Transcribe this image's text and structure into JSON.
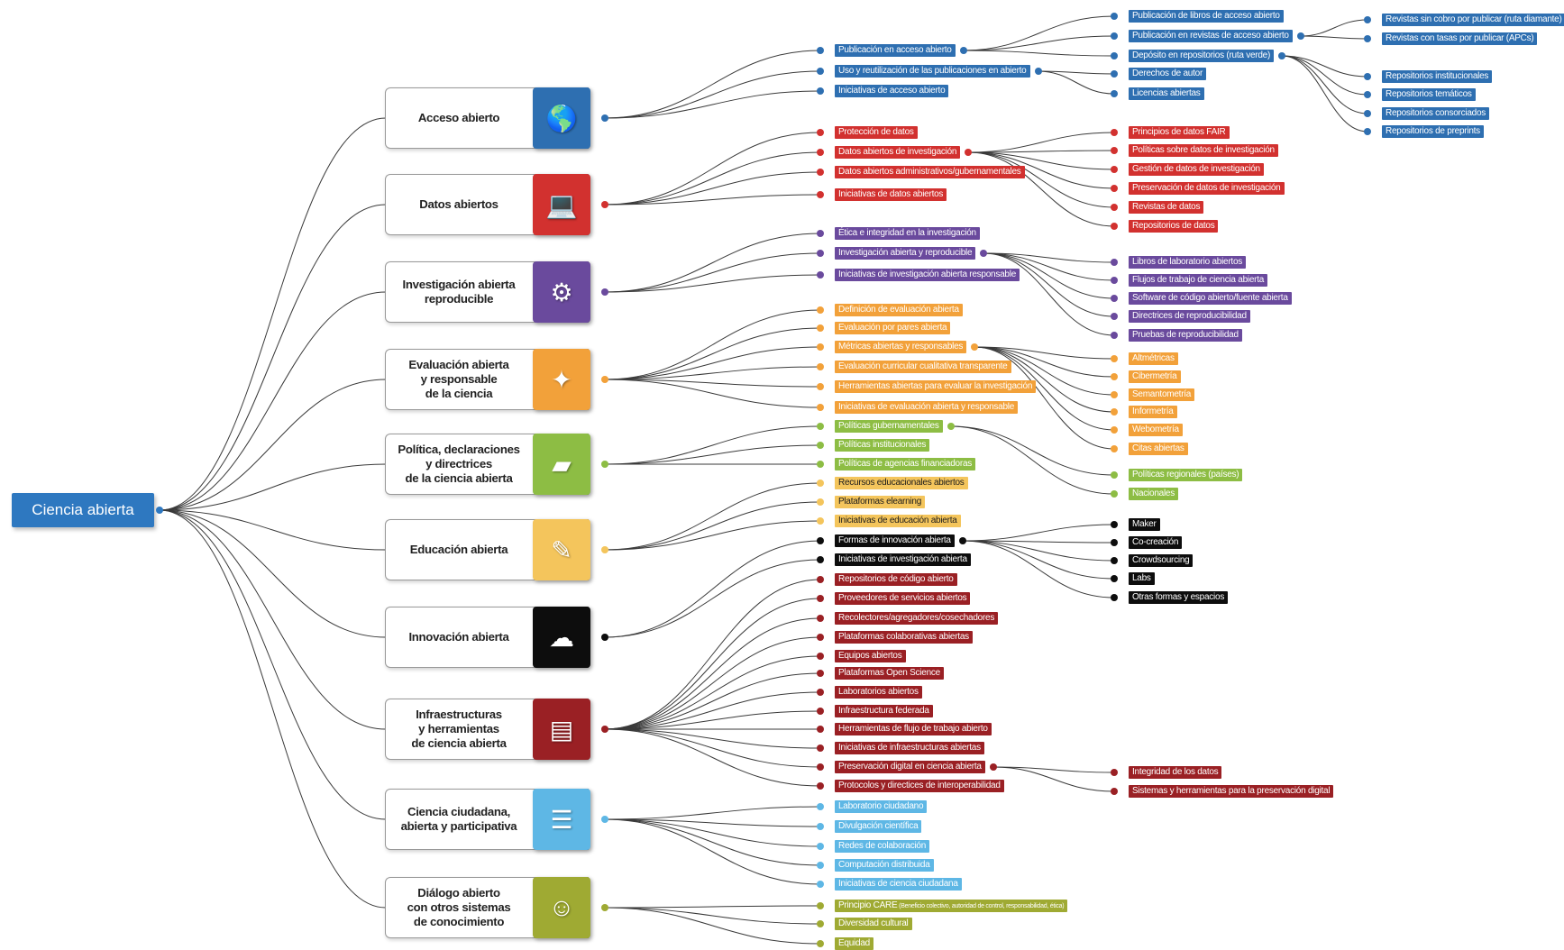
{
  "root": "Ciencia abierta",
  "colors": {
    "blue": "#2e6fb1",
    "red": "#d2312f",
    "purple": "#6a4a9d",
    "orange": "#f2a13a",
    "green": "#8dbd44",
    "yellow": "#f4c55c",
    "black": "#0d0d0d",
    "maroon": "#9a2024",
    "light_blue": "#5eb7e5",
    "olive": "#9faa33",
    "line": "#3a3a3a"
  },
  "categories": [
    {
      "id": "acceso",
      "label": "Acceso abierto",
      "color": "#2e6fb1",
      "icon": "globe-magnifier-icon",
      "items": [
        {
          "label": "Publicación en acceso abierto",
          "children": [
            "Publicación de libros de acceso abierto",
            {
              "label": "Publicación en revistas de acceso abierto",
              "children": [
                "Revistas sin cobro por publicar (ruta diamante)",
                "Revistas con tasas por publicar (APCs)"
              ]
            },
            {
              "label": "Depósito en repositorios (ruta verde)",
              "children": [
                "Repositorios institucionales",
                "Repositorios temáticos",
                "Repositorios consorciados",
                "Repositorios de preprints"
              ]
            }
          ]
        },
        {
          "label": "Uso y reutilización de las publicaciones en abierto",
          "children": [
            "Derechos de autor",
            "Licencias abiertas"
          ]
        },
        {
          "label": "Iniciativas de acceso abierto"
        }
      ]
    },
    {
      "id": "datos",
      "label": "Datos abiertos",
      "color": "#d2312f",
      "icon": "laptop-data-icon",
      "items": [
        {
          "label": "Protección de datos"
        },
        {
          "label": "Datos abiertos de investigación",
          "children": [
            "Principios de datos FAIR",
            "Políticas sobre datos de investigación",
            "Gestión de datos de investigación",
            "Preservación de datos de investigación",
            "Revistas de datos",
            "Repositorios de datos"
          ]
        },
        {
          "label": "Datos abiertos administrativos/gubernamentales"
        },
        {
          "label": "Iniciativas de datos abiertos"
        }
      ]
    },
    {
      "id": "investigacion",
      "label": "Investigación abierta\nreproducible",
      "color": "#6a4a9d",
      "icon": "lab-robot-icon",
      "items": [
        {
          "label": "Ética e integridad en la investigación"
        },
        {
          "label": "Investigación abierta y reproducible",
          "children": [
            "Libros de laboratorio abiertos",
            "Flujos de trabajo de ciencia abierta",
            "Software de código abierto/fuente abierta",
            "Directrices de reproducibilidad",
            "Pruebas de reproducibilidad"
          ]
        },
        {
          "label": "Iniciativas de investigación abierta responsable"
        }
      ]
    },
    {
      "id": "evaluacion",
      "label": "Evaluación abierta\ny responsable\nde la ciencia",
      "color": "#f2a13a",
      "icon": "evaluation-cluster-icon",
      "items": [
        {
          "label": "Definición de evaluación abierta"
        },
        {
          "label": "Evaluación por pares abierta"
        },
        {
          "label": "Métricas abiertas y responsables",
          "children": [
            "Altmétricas",
            "Cibermetría",
            "Semantometría",
            "Informetría",
            "Webometría",
            "Citas abiertas"
          ]
        },
        {
          "label": "Evaluación curricular cualitativa transparente"
        },
        {
          "label": "Herramientas abiertas para evaluar la investigación"
        },
        {
          "label": "Iniciativas de evaluación abierta y responsable"
        }
      ]
    },
    {
      "id": "politica",
      "label": "Política, declaraciones\ny directrices\nde la ciencia abierta",
      "color": "#8dbd44",
      "icon": "documents-stack-icon",
      "items": [
        {
          "label": "Políticas gubernamentales",
          "children": [
            "Políticas regionales (países)",
            "Nacionales"
          ]
        },
        {
          "label": "Políticas institucionales"
        },
        {
          "label": "Políticas de agencias financiadoras"
        }
      ]
    },
    {
      "id": "educacion",
      "label": "Educación abierta",
      "color": "#f4c55c",
      "icon": "elearning-laptop-icon",
      "items": [
        {
          "label": "Recursos educacionales abiertos"
        },
        {
          "label": "Plataformas elearning"
        },
        {
          "label": "Iniciativas de educación abierta"
        }
      ]
    },
    {
      "id": "innovacion",
      "label": "Innovación abierta",
      "color": "#0d0d0d",
      "icon": "cloud-gears-icon",
      "items": [
        {
          "label": "Formas de innovación abierta",
          "children": [
            "Maker",
            "Co-creación",
            "Crowdsourcing",
            "Labs",
            "Otras formas y espacios"
          ]
        },
        {
          "label": "Iniciativas de investigación abierta"
        }
      ]
    },
    {
      "id": "infraestructuras",
      "label": "Infraestructuras\ny herramientas\nde ciencia abierta",
      "color": "#9a2024",
      "icon": "server-infrastructure-icon",
      "items": [
        {
          "label": "Repositorios de código abierto"
        },
        {
          "label": "Proveedores de servicios abiertos"
        },
        {
          "label": "Recolectores/agregadores/cosechadores"
        },
        {
          "label": "Plataformas colaborativas abiertas"
        },
        {
          "label": "Equipos abiertos"
        },
        {
          "label": "Plataformas Open Science"
        },
        {
          "label": "Laboratorios abiertos"
        },
        {
          "label": "Infraestructura federada"
        },
        {
          "label": "Herramientas de flujo de trabajo abierto"
        },
        {
          "label": "Iniciativas de infraestructuras abiertas"
        },
        {
          "label": "Preservación digital en ciencia abierta",
          "children": [
            "Integridad de los datos",
            "Sistemas y herramientas para la preservación digital"
          ]
        },
        {
          "label": "Protocolos y directices de interoperabilidad"
        }
      ]
    },
    {
      "id": "ciudadana",
      "label": "Ciencia ciudadana,\nabierta y participativa",
      "color": "#5eb7e5",
      "icon": "checklist-document-icon",
      "items": [
        {
          "label": "Laboratorio ciudadano"
        },
        {
          "label": "Divulgación científica"
        },
        {
          "label": "Redes de colaboración"
        },
        {
          "label": "Computación distribuida"
        },
        {
          "label": "Iniciativas de ciencia ciudadana"
        }
      ]
    },
    {
      "id": "dialogo",
      "label": "Diálogo abierto\ncon otros sistemas\nde conocimiento",
      "color": "#9faa33",
      "icon": "people-dialogue-icon",
      "items": [
        {
          "label": "Principio CARE",
          "note": "(Beneficio colectivo, autoridad de control, responsabilidad, ética)"
        },
        {
          "label": "Diversidad cultural"
        },
        {
          "label": "Equidad"
        }
      ]
    }
  ]
}
